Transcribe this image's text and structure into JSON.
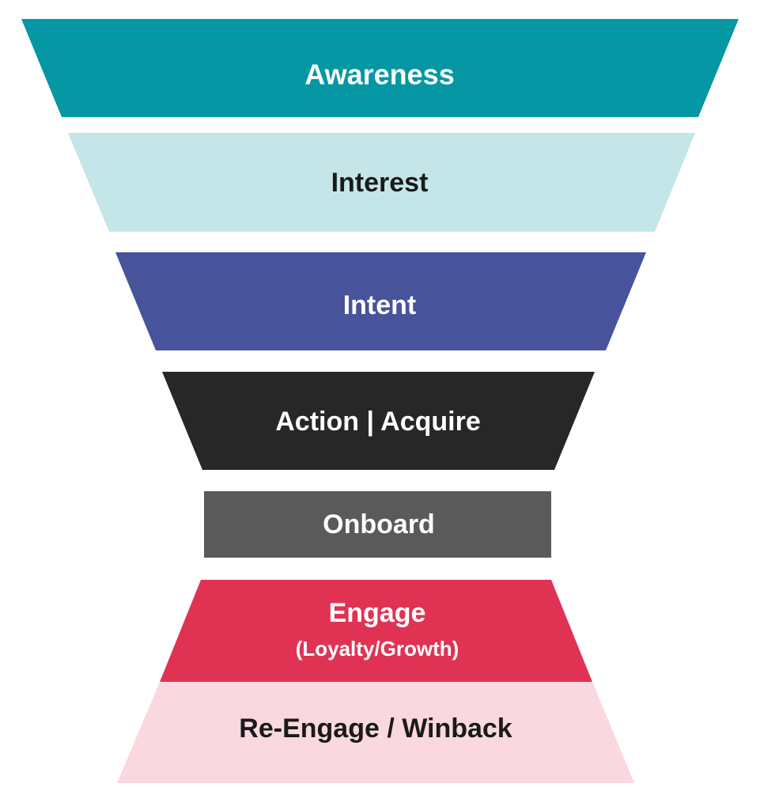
{
  "stages": [
    {
      "label": "Awareness",
      "color": "#0597a4",
      "text_color": "#ffffff"
    },
    {
      "label": "Interest",
      "color": "#c4e6e9",
      "text_color": "#1a1a1a"
    },
    {
      "label": "Intent",
      "color": "#47539a",
      "text_color": "#ffffff"
    },
    {
      "label": "Action | Acquire",
      "color": "#272727",
      "text_color": "#ffffff"
    },
    {
      "label": "Onboard",
      "color": "#5a5a5a",
      "text_color": "#ffffff"
    },
    {
      "label": "Engage",
      "sublabel": "(Loyalty/Growth)",
      "color": "#e03354",
      "text_color": "#ffffff"
    },
    {
      "label": "Re-Engage / Winback",
      "color": "#fad8df",
      "text_color": "#1a1a1a"
    }
  ]
}
